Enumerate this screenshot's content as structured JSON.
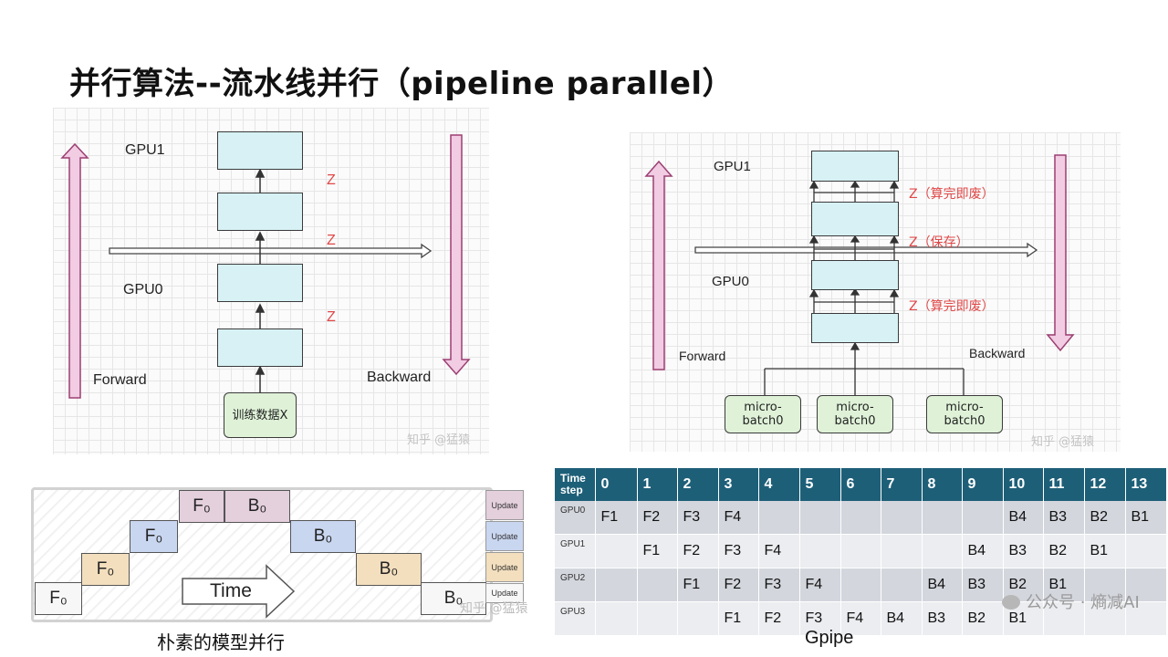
{
  "title": "并行算法--流水线并行（pipeline parallel）",
  "left_diagram": {
    "gpu1": "GPU1",
    "gpu0": "GPU0",
    "z_labels": [
      "Z",
      "Z",
      "Z"
    ],
    "forward": "Forward",
    "backward": "Backward",
    "input": "训练数据X",
    "watermark": "知乎 @猛猿"
  },
  "right_diagram": {
    "gpu1": "GPU1",
    "gpu0": "GPU0",
    "z_labels": [
      "Z（算完即废）",
      "Z（保存）",
      "Z（算完即废）"
    ],
    "forward": "Forward",
    "backward": "Backward",
    "micro_batches": [
      "micro-\nbatch0",
      "micro-\nbatch0",
      "micro-\nbatch0"
    ],
    "watermark": "知乎 @猛猿"
  },
  "naive": {
    "steps": [
      {
        "label": "F₀",
        "color": "#f7f7f7"
      },
      {
        "label": "F₀",
        "color": "#f3dfbe"
      },
      {
        "label": "F₀",
        "color": "#c9d6f0"
      },
      {
        "label": "F₀",
        "color": "#e4cfdc"
      },
      {
        "label": "B₀",
        "color": "#e4cfdc"
      },
      {
        "label": "B₀",
        "color": "#c9d6f0"
      },
      {
        "label": "B₀",
        "color": "#f3dfbe"
      },
      {
        "label": "B₀",
        "color": "#f7f7f7"
      }
    ],
    "update": "Update",
    "time": "Time",
    "watermark": "知乎 @猛猿",
    "caption": "朴素的模型并行"
  },
  "gpipe": {
    "header_label": "Time\nstep",
    "steps": [
      "0",
      "1",
      "2",
      "3",
      "4",
      "5",
      "6",
      "7",
      "8",
      "9",
      "10",
      "11",
      "12",
      "13"
    ],
    "rows": [
      {
        "gpu": "GPU0",
        "cells": [
          "F1",
          "F2",
          "F3",
          "F4",
          "",
          "",
          "",
          "",
          "",
          "",
          "B4",
          "B3",
          "B2",
          "B1"
        ]
      },
      {
        "gpu": "GPU1",
        "cells": [
          "",
          "F1",
          "F2",
          "F3",
          "F4",
          "",
          "",
          "",
          "",
          "B4",
          "B3",
          "B2",
          "B1",
          ""
        ]
      },
      {
        "gpu": "GPU2",
        "cells": [
          "",
          "",
          "F1",
          "F2",
          "F3",
          "F4",
          "",
          "",
          "B4",
          "B3",
          "B2",
          "B1",
          "",
          ""
        ]
      },
      {
        "gpu": "GPU3",
        "cells": [
          "",
          "",
          "",
          "F1",
          "F2",
          "F3",
          "F4",
          "B4",
          "B3",
          "B2",
          "B1",
          "",
          "",
          ""
        ]
      }
    ],
    "caption": "Gpipe",
    "watermark": "公众号 · 熵减AI"
  },
  "colors": {
    "header": "#1e5f78",
    "arrow_fill": "#f1cce3",
    "arrow_stroke": "#9c3f72",
    "z": "#e04848",
    "layer": "#d7f1f4"
  }
}
